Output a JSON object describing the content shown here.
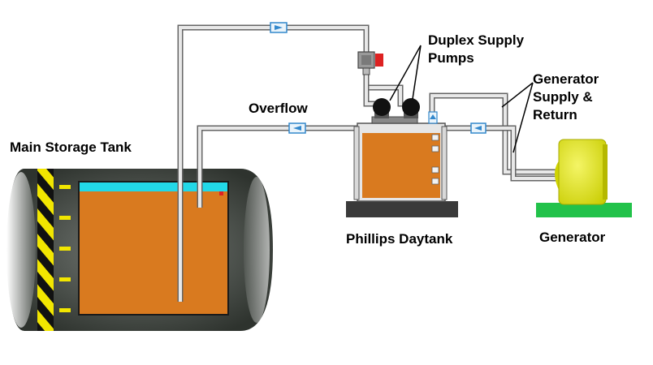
{
  "labels": {
    "main_tank": "Main Storage Tank",
    "overflow": "Overflow",
    "pumps_line1": "Duplex Supply",
    "pumps_line2": "Pumps",
    "gen_supply_line1": "Generator",
    "gen_supply_line2": "Supply &",
    "gen_supply_line3": "Return",
    "daytank": "Phillips Daytank",
    "generator": "Generator"
  },
  "colors": {
    "fuel": "#d97a1f",
    "fuel_top": "#22d8e8",
    "pipe": "#e8e8e8",
    "pipe_edge": "#666666",
    "tank_shell": "#4a4f4a",
    "hazard_yellow": "#f2e600",
    "generator_yellow": "#e3e600",
    "ground_green": "#22c24a",
    "base_dark": "#3a3a3a",
    "flow_arrow": "#3388cc",
    "valve_red": "#dd2222"
  },
  "icons": {
    "flow_arrow": "arrow-icon",
    "pump": "pump-icon",
    "valve": "valve-icon"
  }
}
